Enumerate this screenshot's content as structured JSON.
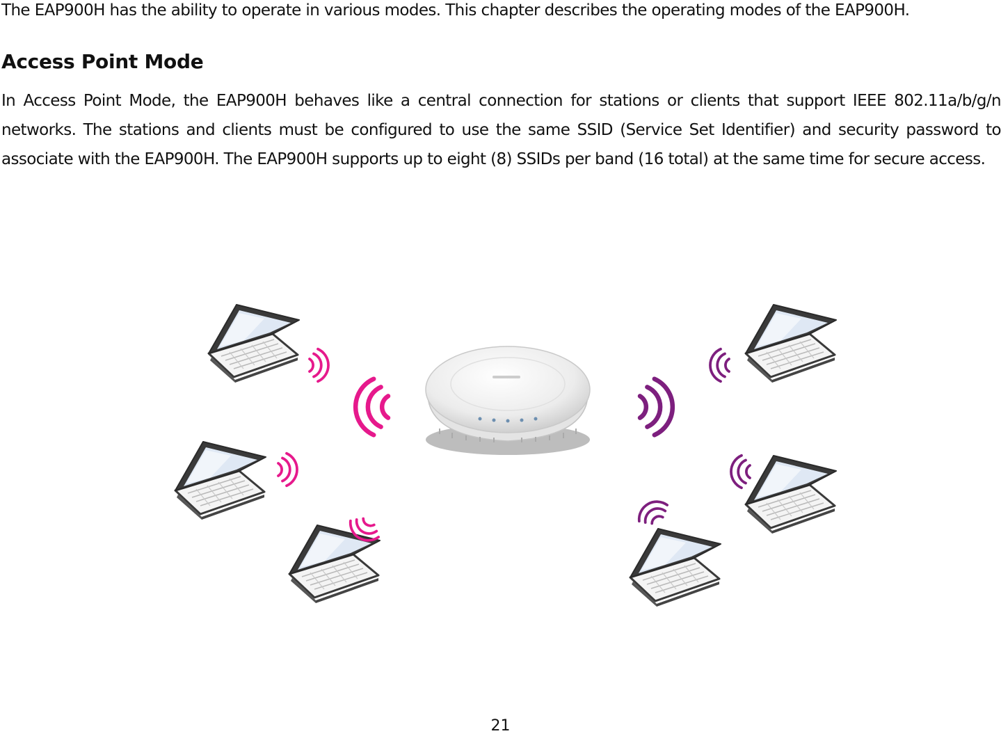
{
  "document": {
    "intro": "The EAP900H has the ability to operate in various modes. This chapter describes the operating modes of the EAP900H.",
    "section_heading": "Access Point Mode",
    "section_body": "In Access Point Mode, the EAP900H behaves like a central connection for stations or clients that support IEEE 802.11a/b/g/n networks. The stations and clients must be configured to use the same SSID (Service Set Identifier) and security password to associate with the EAP900H. The EAP900H supports up to eight (8) SSIDs per band (16 total) at the same time for secure access.",
    "page_number": "21"
  },
  "diagram": {
    "device_icon": "access-point-icon",
    "client_icon": "laptop-icon",
    "signal_icon": "wifi-signal-icon",
    "colors": {
      "left_signal": "#e6198c",
      "right_signal": "#7d1f7e",
      "device_body": "#f2f2f2",
      "laptop_frame": "#3a3a3a",
      "laptop_screen": "#dfe8f4"
    }
  }
}
